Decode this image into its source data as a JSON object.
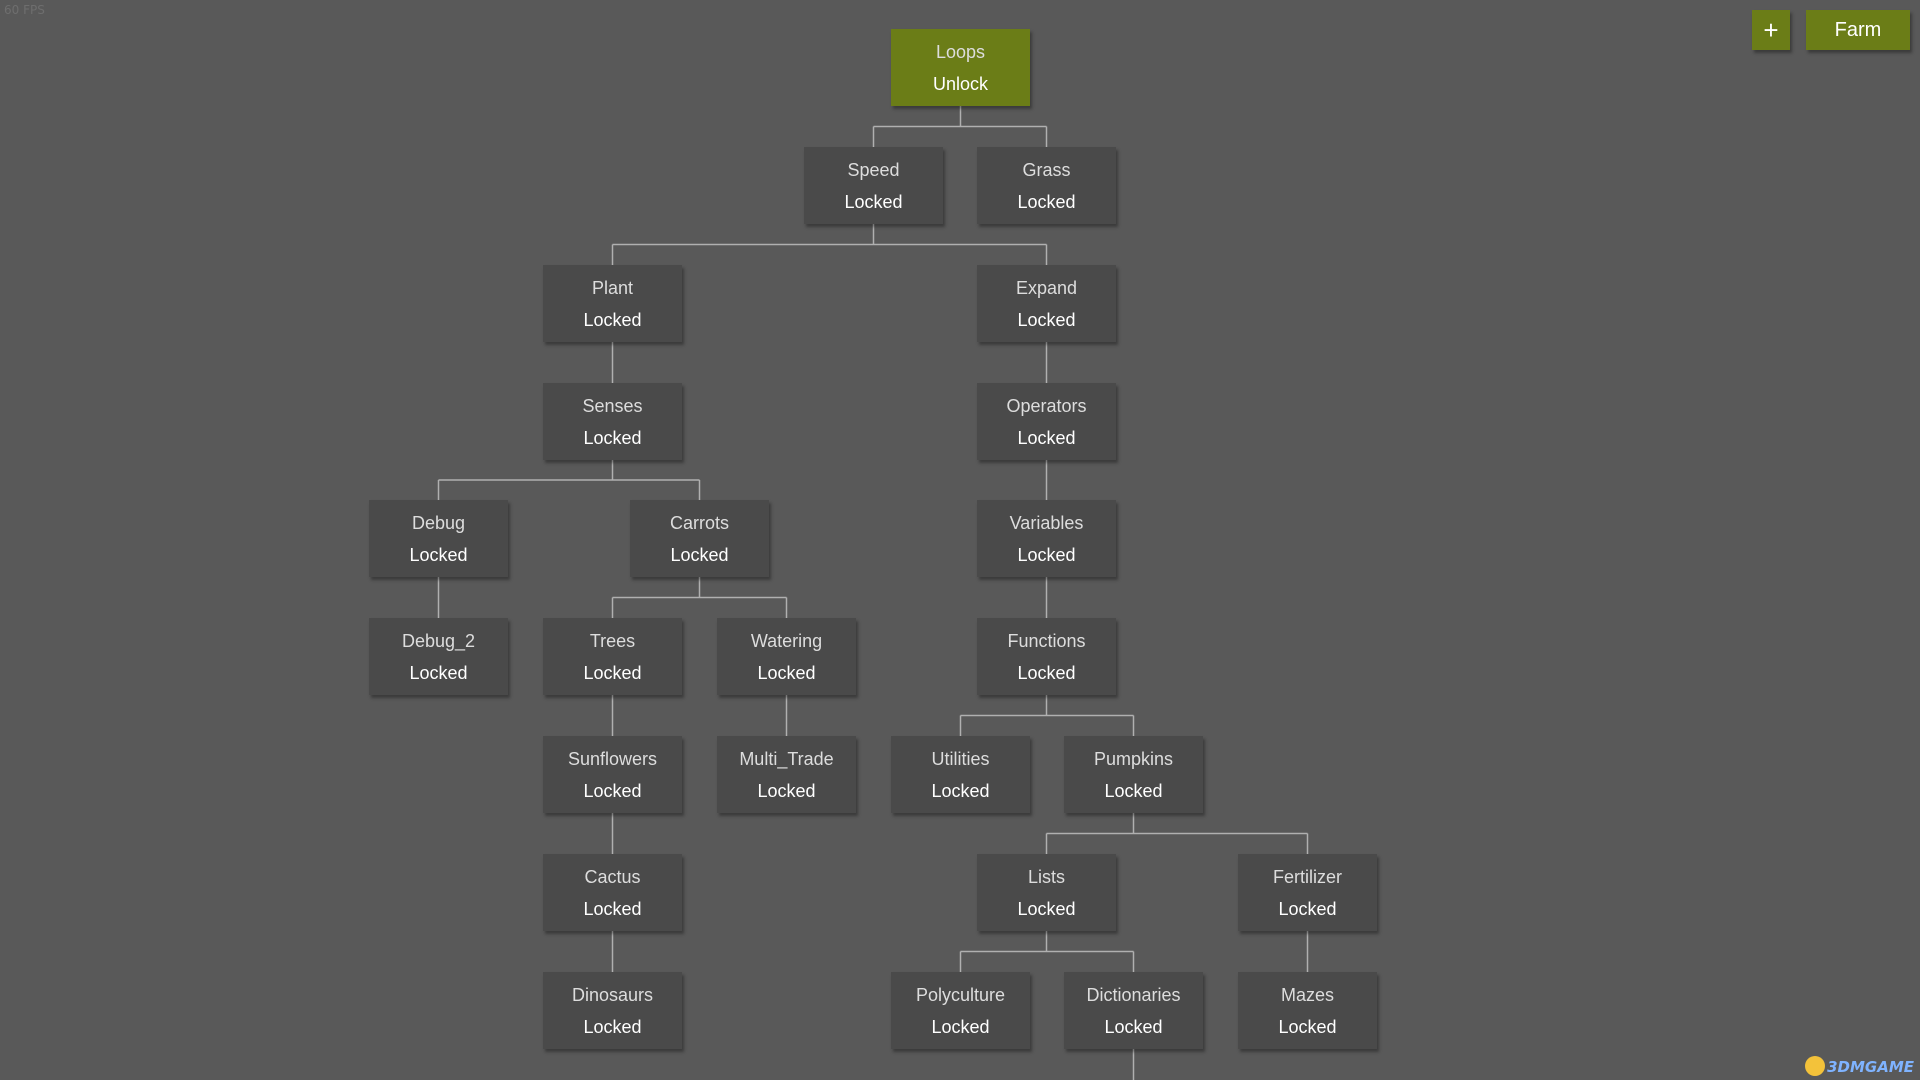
{
  "fps_label": "60 FPS",
  "buttons": {
    "add_label": "+",
    "farm_label": "Farm"
  },
  "watermark": "3DMGAME",
  "colors": {
    "background": "#595959",
    "node_locked": "#4a4a4a",
    "node_unlock": "#6b7d17",
    "connector": "#b0b0b0",
    "button": "#6b7d17"
  },
  "tree": {
    "loops": {
      "name": "Loops",
      "state": "Unlock"
    },
    "speed": {
      "name": "Speed",
      "state": "Locked"
    },
    "grass": {
      "name": "Grass",
      "state": "Locked"
    },
    "plant": {
      "name": "Plant",
      "state": "Locked"
    },
    "expand": {
      "name": "Expand",
      "state": "Locked"
    },
    "senses": {
      "name": "Senses",
      "state": "Locked"
    },
    "operators": {
      "name": "Operators",
      "state": "Locked"
    },
    "debug": {
      "name": "Debug",
      "state": "Locked"
    },
    "carrots": {
      "name": "Carrots",
      "state": "Locked"
    },
    "variables": {
      "name": "Variables",
      "state": "Locked"
    },
    "debug_2": {
      "name": "Debug_2",
      "state": "Locked"
    },
    "trees": {
      "name": "Trees",
      "state": "Locked"
    },
    "watering": {
      "name": "Watering",
      "state": "Locked"
    },
    "functions": {
      "name": "Functions",
      "state": "Locked"
    },
    "sunflowers": {
      "name": "Sunflowers",
      "state": "Locked"
    },
    "multi_trade": {
      "name": "Multi_Trade",
      "state": "Locked"
    },
    "utilities": {
      "name": "Utilities",
      "state": "Locked"
    },
    "pumpkins": {
      "name": "Pumpkins",
      "state": "Locked"
    },
    "cactus": {
      "name": "Cactus",
      "state": "Locked"
    },
    "lists": {
      "name": "Lists",
      "state": "Locked"
    },
    "fertilizer": {
      "name": "Fertilizer",
      "state": "Locked"
    },
    "dinosaurs": {
      "name": "Dinosaurs",
      "state": "Locked"
    },
    "polyculture": {
      "name": "Polyculture",
      "state": "Locked"
    },
    "dictionaries": {
      "name": "Dictionaries",
      "state": "Locked"
    },
    "mazes": {
      "name": "Mazes",
      "state": "Locked"
    }
  }
}
